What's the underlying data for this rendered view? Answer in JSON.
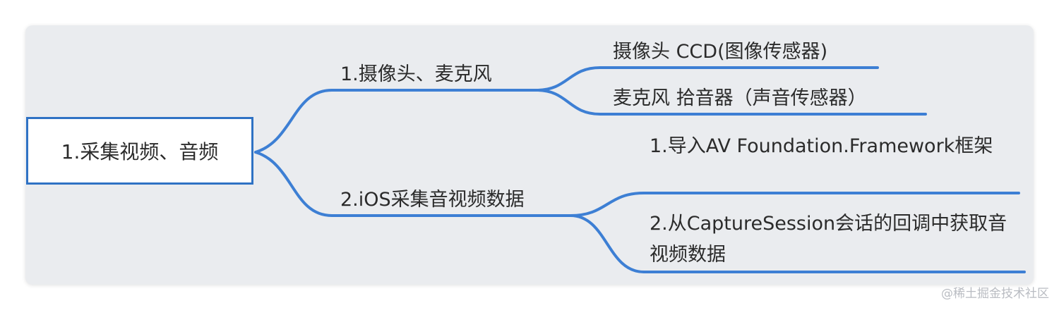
{
  "colors": {
    "panel_background": "#eaecef",
    "connector": "#3d7fd4",
    "root_border": "#2f72c4",
    "text": "#2b2b2b"
  },
  "root": {
    "label": "1.采集视频、音频"
  },
  "branches": [
    {
      "label": "1.摄像头、麦克风",
      "children": [
        {
          "label": "摄像头 CCD(图像传感器)"
        },
        {
          "label": "麦克风 拾音器（声音传感器）"
        }
      ]
    },
    {
      "label": "2.iOS采集音视频数据",
      "children": [
        {
          "label": "1.导入AV Foundation.Framework框架"
        },
        {
          "label": "2.从CaptureSession会话的回调中获取音视频数据"
        }
      ]
    }
  ],
  "watermark": "@稀土掘金技术社区"
}
